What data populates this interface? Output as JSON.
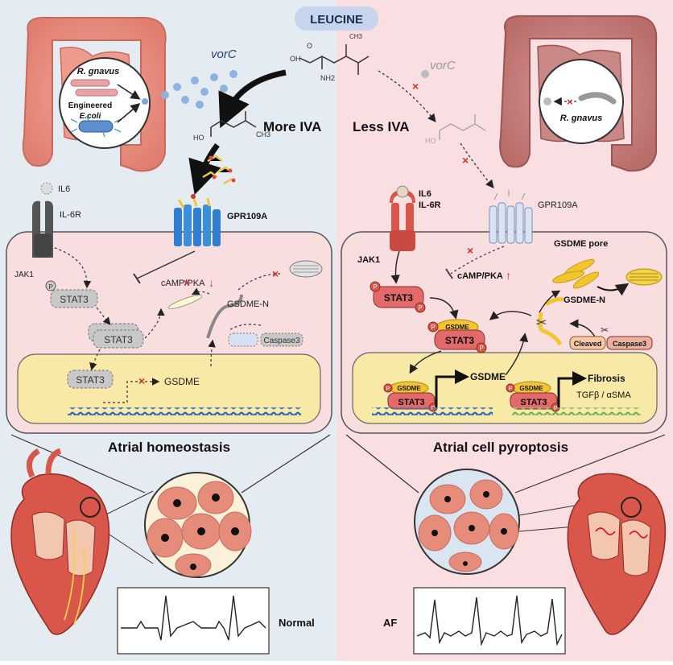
{
  "top_label": "LEUCINE",
  "left": {
    "bacterium": "R. gnavus",
    "engineered_line1": "Engineered",
    "engineered_line2": "E.coli",
    "gene": "vorC",
    "iva_label": "More IVA",
    "ligand_il6": "IL6",
    "receptor_il6r": "IL-6R",
    "receptor_gpr": "GPR109A",
    "kinase": "JAK1",
    "camp": "cAMP/PKA",
    "arrow_down": "↓",
    "stat3": "STAT3",
    "phospho": "P",
    "gsdme_n": "GSDME-N",
    "caspase": "Caspase3",
    "gsdme": "GSDME",
    "title": "Atrial homeostasis",
    "ecg_label": "Normal"
  },
  "right": {
    "gene": "vorC",
    "bacterium": "R. gnavus",
    "iva_label": "Less IVA",
    "ligand_il6": "IL6",
    "receptor_il6r": "IL-6R",
    "receptor_gpr": "GPR109A",
    "kinase": "JAK1",
    "camp": "cAMP/PKA",
    "arrow_up": "↑",
    "gsdme_pore": "GSDME pore",
    "gsdme_n": "GSDME-N",
    "stat3": "STAT3",
    "gsdme_tag": "GSDME",
    "phospho": "P",
    "cleaved": "Cleaved",
    "caspase": "Caspase3",
    "gsdme": "GSDME",
    "fibrosis": "Fibrosis",
    "tgf": "TGFβ / αSMA",
    "title": "Atrial cell pyroptosis",
    "ecg_label": "AF"
  },
  "molecule": {
    "oh": "OH",
    "o": "O",
    "nh2": "NH2",
    "ch3": "CH3",
    "ho": "HO"
  },
  "colors": {
    "left_bg": "#e4ebf1",
    "right_bg": "#f9dfe1",
    "cell_bg": "#f8dedf",
    "nucleus_bg": "#f8e9a6",
    "stat3_gray": "#c8c8c8",
    "stat3_red": "#e26a6a",
    "gpr_blue": "#3a8fd6",
    "pill_blue": "#c6d4ee"
  }
}
